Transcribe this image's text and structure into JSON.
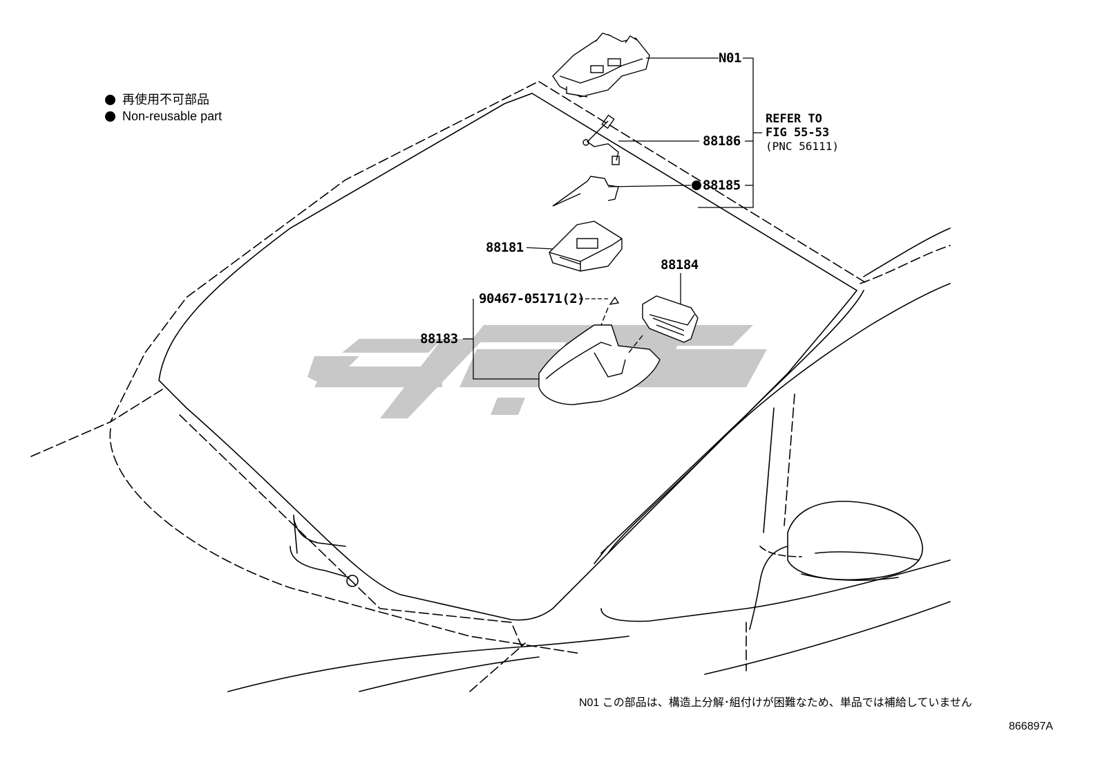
{
  "legend": {
    "jp": "再使用不可部品",
    "en": "Non-reusable part"
  },
  "callouts": {
    "n01": "N01",
    "p88186": "88186",
    "p88185": "88185",
    "p88181": "88181",
    "p88184": "88184",
    "p90467": "90467-05171(2)",
    "p88183": "88183"
  },
  "refer": {
    "line1": "REFER TO",
    "line2": "FIG 55-53",
    "line3": "(PNC 56111)"
  },
  "footnote": "N01 この部品は、構造上分解･組付けが困難なため、単品では補給していません",
  "diagram_code": "866897A",
  "colors": {
    "line": "#000000",
    "watermark": "#c8c8c8"
  }
}
